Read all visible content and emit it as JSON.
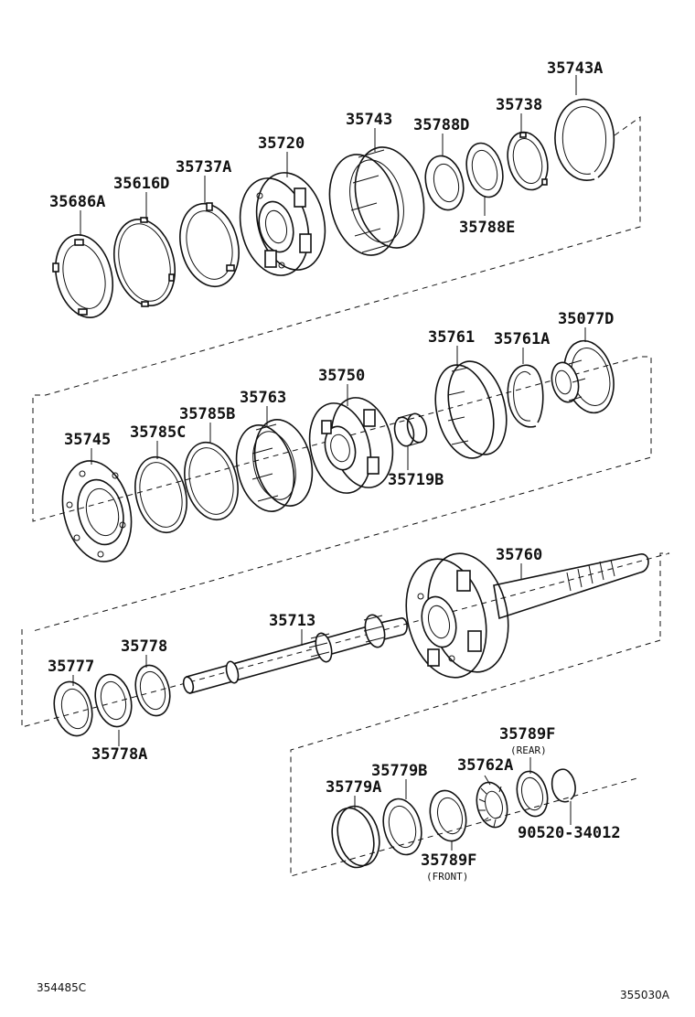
{
  "labels": {
    "p35743A": "35743A",
    "p35738": "35738",
    "p35743": "35743",
    "p35788D": "35788D",
    "p35720": "35720",
    "p35737A": "35737A",
    "p35616D": "35616D",
    "p35686A": "35686A",
    "p35788E": "35788E",
    "p35761": "35761",
    "p35761A": "35761A",
    "p35077D": "35077D",
    "p35750": "35750",
    "p35763": "35763",
    "p35785B": "35785B",
    "p35785C": "35785C",
    "p35745": "35745",
    "p35719B": "35719B",
    "p35760": "35760",
    "p35713": "35713",
    "p35778": "35778",
    "p35777": "35777",
    "p35778A": "35778A",
    "p35789F_rear": "35789F",
    "rear_note": "(REAR)",
    "p35779B": "35779B",
    "p35762A": "35762A",
    "p35779A": "35779A",
    "p90520_34012": "90520-34012",
    "p35789F_front": "35789F",
    "front_note": "(FRONT)"
  },
  "codes": {
    "left": "354485C",
    "right": "355030A"
  }
}
